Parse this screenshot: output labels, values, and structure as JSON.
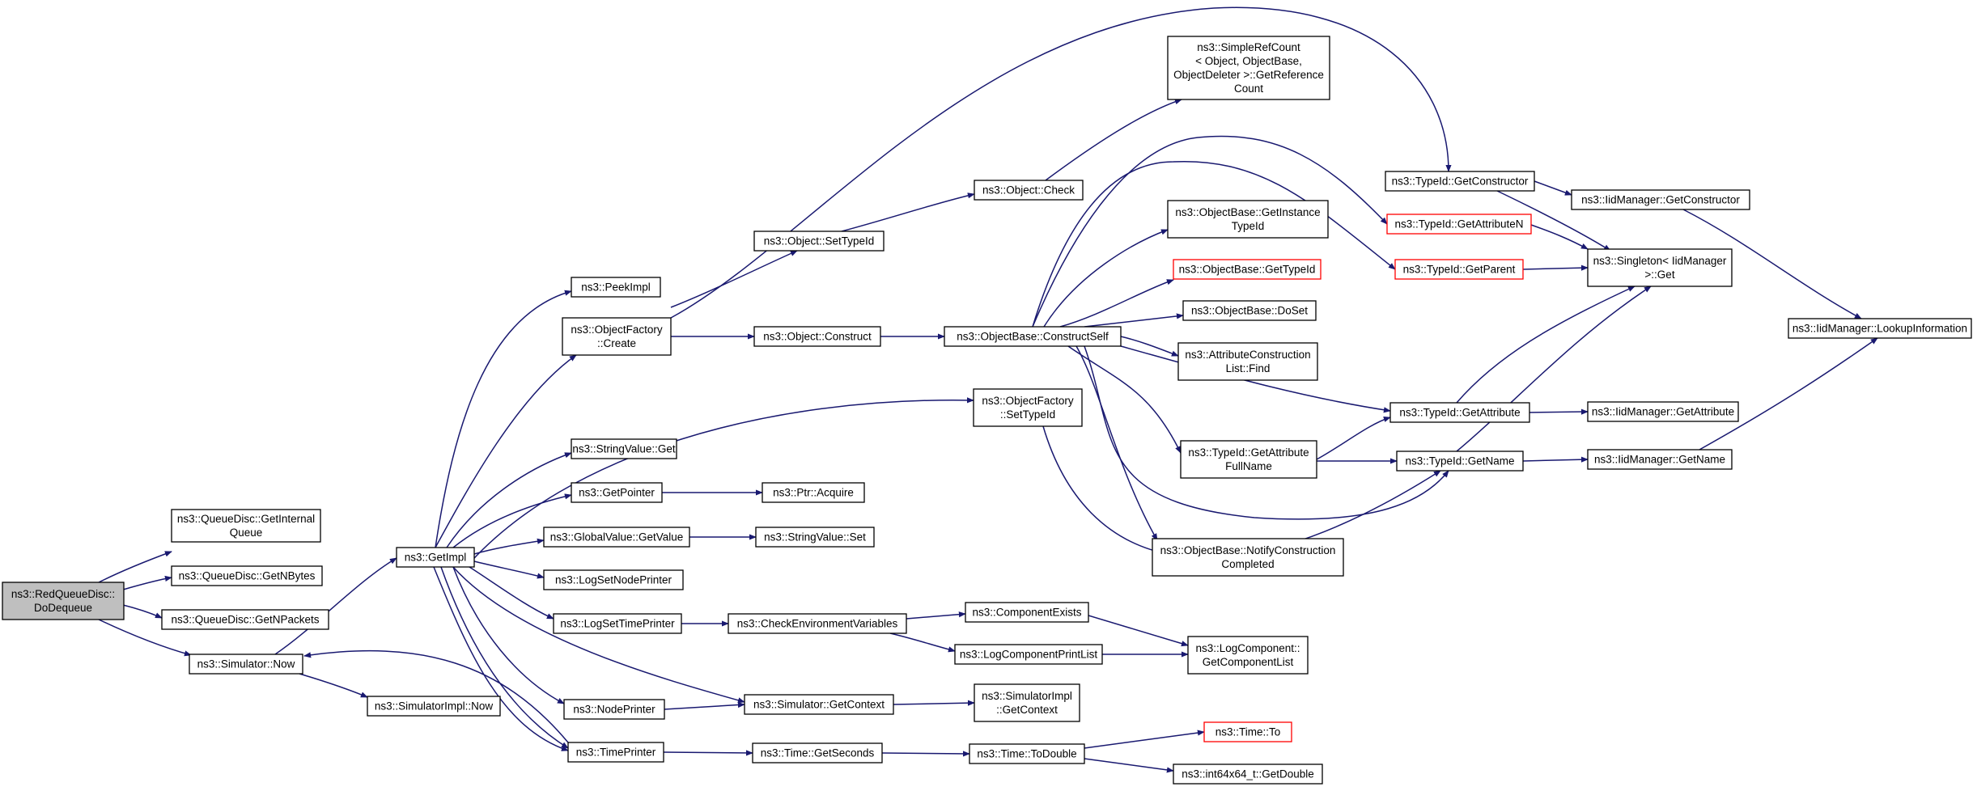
{
  "colors": {
    "edge": "#191970",
    "border_normal": "#000000",
    "border_truncated": "#ff0000",
    "root_fill": "#bfbfbf",
    "node_fill": "#ffffff"
  },
  "nodes": {
    "root": [
      "ns3::RedQueueDisc::",
      "DoDequeue"
    ],
    "qd_getinternal": [
      "ns3::QueueDisc::GetInternal",
      "Queue"
    ],
    "qd_getnbytes": [
      "ns3::QueueDisc::GetNBytes"
    ],
    "qd_getnpackets": [
      "ns3::QueueDisc::GetNPackets"
    ],
    "sim_now": [
      "ns3::Simulator::Now"
    ],
    "simimpl_now": [
      "ns3::SimulatorImpl::Now"
    ],
    "getimpl": [
      "ns3::GetImpl"
    ],
    "peekimpl": [
      "ns3::PeekImpl"
    ],
    "of_create": [
      "ns3::ObjectFactory",
      "::Create"
    ],
    "sv_get": [
      "ns3::StringValue::Get"
    ],
    "getpointer": [
      "ns3::GetPointer"
    ],
    "gv_getvalue": [
      "ns3::GlobalValue::GetValue"
    ],
    "logsetnode": [
      "ns3::LogSetNodePrinter"
    ],
    "logsettime": [
      "ns3::LogSetTimePrinter"
    ],
    "nodeprinter": [
      "ns3::NodePrinter"
    ],
    "timeprinter": [
      "ns3::TimePrinter"
    ],
    "obj_settypeid": [
      "ns3::Object::SetTypeId"
    ],
    "obj_construct": [
      "ns3::Object::Construct"
    ],
    "ptr_acquire": [
      "ns3::Ptr::Acquire"
    ],
    "sv_set": [
      "ns3::StringValue::Set"
    ],
    "checkenv": [
      "ns3::CheckEnvironmentVariables"
    ],
    "sim_getcontext": [
      "ns3::Simulator::GetContext"
    ],
    "time_getseconds": [
      "ns3::Time::GetSeconds"
    ],
    "obj_check": [
      "ns3::Object::Check"
    ],
    "of_settypeid": [
      "ns3::ObjectFactory",
      "::SetTypeId"
    ],
    "ob_constructself": [
      "ns3::ObjectBase::ConstructSelf"
    ],
    "compexists": [
      "ns3::ComponentExists"
    ],
    "logcompprint": [
      "ns3::LogComponentPrintList"
    ],
    "simimpl_getcontext": [
      "ns3::SimulatorImpl",
      "::GetContext"
    ],
    "time_todouble": [
      "ns3::Time::ToDouble"
    ],
    "simplerefcount": [
      "ns3::SimpleRefCount",
      "< Object, ObjectBase,",
      "ObjectDeleter >::GetReference",
      "Count"
    ],
    "ob_getinstance": [
      "ns3::ObjectBase::GetInstance",
      "TypeId"
    ],
    "ob_gettypeid": [
      "ns3::ObjectBase::GetTypeId"
    ],
    "ob_doset": [
      "ns3::ObjectBase::DoSet"
    ],
    "attrconstr": [
      "ns3::AttributeConstruction",
      "List::Find"
    ],
    "tid_getattrfull": [
      "ns3::TypeId::GetAttribute",
      "FullName"
    ],
    "ob_notify": [
      "ns3::ObjectBase::NotifyConstruction",
      "Completed"
    ],
    "logcomp_getlist": [
      "ns3::LogComponent::",
      "GetComponentList"
    ],
    "time_to": [
      "ns3::Time::To"
    ],
    "int64_getdouble": [
      "ns3::int64x64_t::GetDouble"
    ],
    "tid_getconstructor": [
      "ns3::TypeId::GetConstructor"
    ],
    "tid_getattrn": [
      "ns3::TypeId::GetAttributeN"
    ],
    "tid_getparent": [
      "ns3::TypeId::GetParent"
    ],
    "tid_getattribute": [
      "ns3::TypeId::GetAttribute"
    ],
    "tid_getname": [
      "ns3::TypeId::GetName"
    ],
    "iid_getconstructor": [
      "ns3::IidManager::GetConstructor"
    ],
    "singleton_get": [
      "ns3::Singleton< IidManager",
      ">::Get"
    ],
    "iid_getattribute": [
      "ns3::IidManager::GetAttribute"
    ],
    "iid_getname": [
      "ns3::IidManager::GetName"
    ],
    "iid_lookup": [
      "ns3::IidManager::LookupInformation"
    ]
  }
}
